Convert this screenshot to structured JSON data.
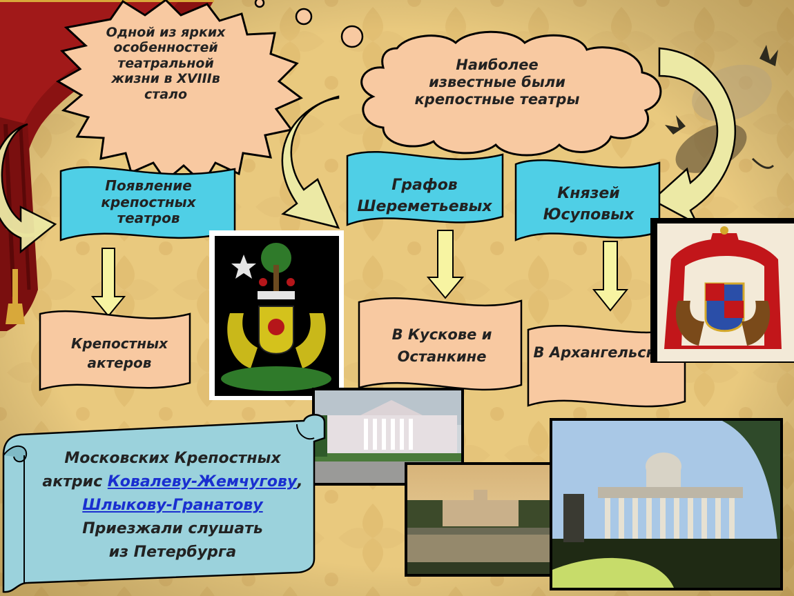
{
  "colors": {
    "background": "#e9c97e",
    "peach_shape": "#f8c9a1",
    "cyan_banner": "#4fcfe6",
    "scroll": "#9bd2dc",
    "arrow_fill": "#f7f4a2",
    "curtain": "#8a1212",
    "link": "#1a2fd0"
  },
  "nodes": {
    "star_burst": "Одной из ярких особенностей театральной жизни в XVIIIв стало",
    "cloud": "Наиболее известные были крепостные театры",
    "banner_left": "Появление крепостных театров",
    "banner_middle": "Графов Шереметьевых",
    "banner_right": "Князей Юсуповых",
    "wave_left": "Крепостных актеров",
    "wave_middle": "В Кускове и Останкине",
    "wave_right": "В Архангельском"
  },
  "scroll": {
    "line1": "Московских Крепостных",
    "line2_prefix": "актрис ",
    "link1": "Ковалеву-Жемчугову",
    "line2_suffix": ",",
    "link2": "Шлыкову-Гранатову",
    "line3": "Приезжали слушать",
    "line4": "из Петербурга"
  },
  "images": {
    "coat_of_arms_left": "coat-of-arms",
    "coat_of_arms_right": "coat-of-arms",
    "photo_kuskovo": "palace-photo",
    "photo_ostankino": "palace-photo",
    "photo_arkhangelskoye": "colonnade-photo"
  }
}
